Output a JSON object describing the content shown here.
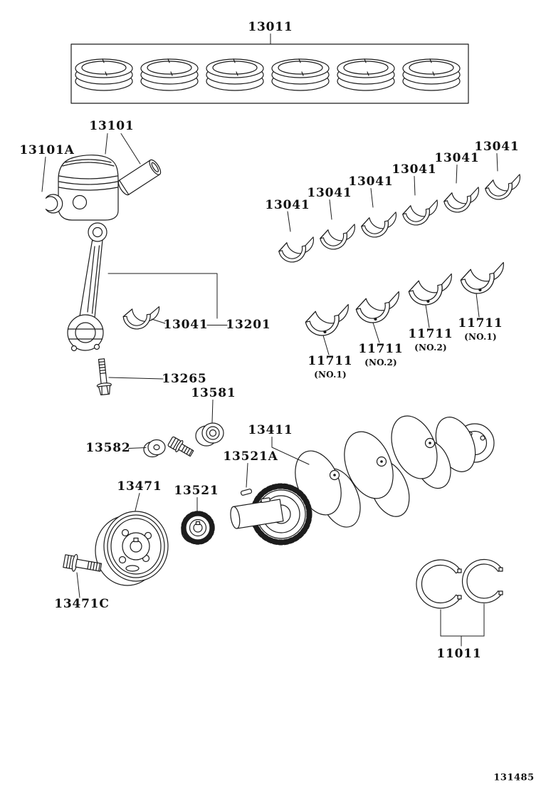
{
  "figure": {
    "number": "131485"
  },
  "callouts": {
    "ring_set": "13011",
    "piston": "13101",
    "snap_ring": "13101A",
    "rod_bearing": "13041",
    "connecting_rod": "13201",
    "rod_bolt": "13265",
    "spacer": "13581",
    "washer_bolt": "13582",
    "crankshaft": "13411",
    "key": "13521A",
    "pulley": "13471",
    "sprocket": "13521",
    "pulley_bolt": "13471C",
    "main_bearing": "11711",
    "pos_no1": "(NO.1)",
    "pos_no2": "(NO.2)",
    "thrust_washer": "11011"
  }
}
